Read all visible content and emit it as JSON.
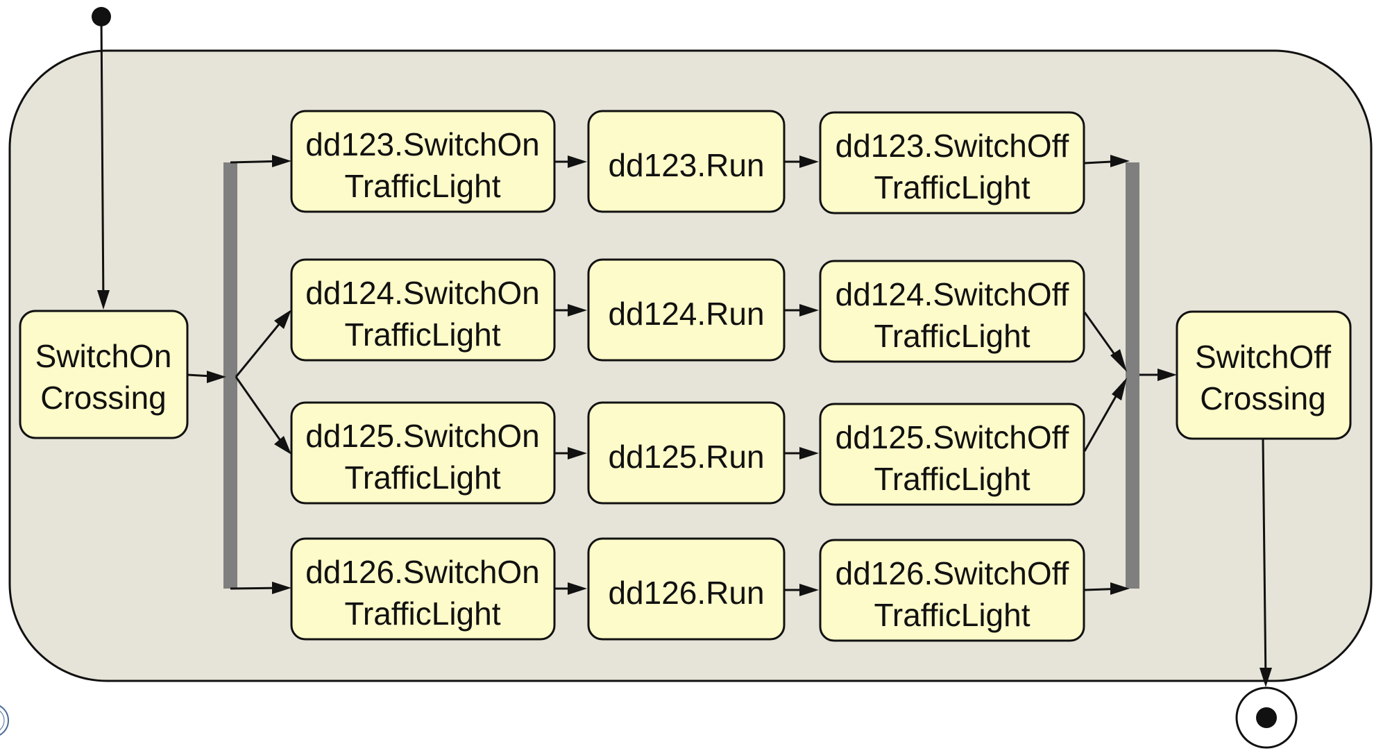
{
  "colors": {
    "region_fill": "#e6e4d8",
    "node_fill": "#fdfbc9",
    "stroke": "#111111",
    "bar": "#7f7f7f"
  },
  "initial_node": {
    "icon": "filled-circle"
  },
  "final_node": {
    "icon": "bullseye"
  },
  "start_action": {
    "line1": "SwitchOn",
    "line2": "Crossing"
  },
  "end_action": {
    "line1": "SwitchOff",
    "line2": "Crossing"
  },
  "rows": [
    {
      "switch_on": {
        "line1": "dd123.SwitchOn",
        "line2": "TrafficLight"
      },
      "run": "dd123.Run",
      "switch_off": {
        "line1": "dd123.SwitchOff",
        "line2": "TrafficLight"
      }
    },
    {
      "switch_on": {
        "line1": "dd124.SwitchOn",
        "line2": "TrafficLight"
      },
      "run": "dd124.Run",
      "switch_off": {
        "line1": "dd124.SwitchOff",
        "line2": "TrafficLight"
      }
    },
    {
      "switch_on": {
        "line1": "dd125.SwitchOn",
        "line2": "TrafficLight"
      },
      "run": "dd125.Run",
      "switch_off": {
        "line1": "dd125.SwitchOff",
        "line2": "TrafficLight"
      }
    },
    {
      "switch_on": {
        "line1": "dd126.SwitchOn",
        "line2": "TrafficLight"
      },
      "run": "dd126.Run",
      "switch_off": {
        "line1": "dd126.SwitchOff",
        "line2": "TrafficLight"
      }
    }
  ]
}
